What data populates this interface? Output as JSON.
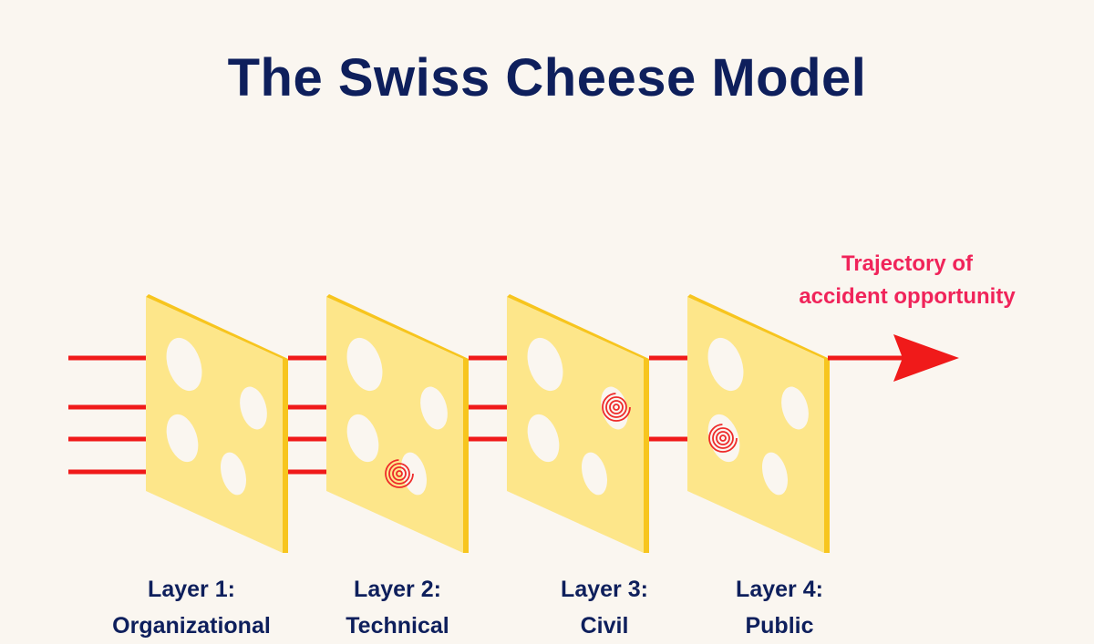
{
  "title": "The Swiss Cheese Model",
  "trajectory_label": [
    "Trajectory of",
    "accident opportunity"
  ],
  "layers": [
    {
      "line1": "Layer 1:",
      "line2": "Organizational"
    },
    {
      "line1": "Layer 2:",
      "line2": "Technical"
    },
    {
      "line1": "Layer 3:",
      "line2": "Civil"
    },
    {
      "line1": "Layer 4:",
      "line2": "Public"
    }
  ],
  "colors": {
    "title": "#0e1f5c",
    "trajectory_text": "#f0245a",
    "arrow": "#f01a1a",
    "cheese_face": "#fde68a",
    "cheese_edge": "#f7c51e",
    "background": "#faf6f0"
  }
}
